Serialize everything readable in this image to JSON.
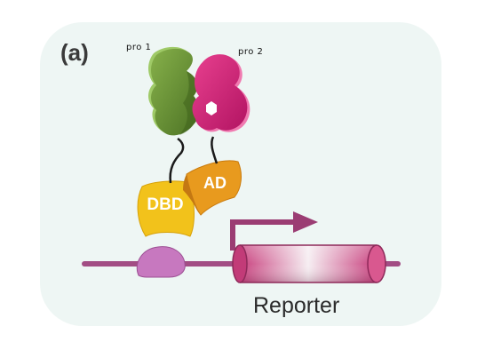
{
  "figure": {
    "panel_label": "(a)",
    "protein_1_label": "pro 1",
    "protein_2_label": "pro 2",
    "dbd_label": "DBD",
    "ad_label": "AD",
    "reporter_label": "Reporter"
  },
  "colors": {
    "panel_background": "#eef6f4",
    "dna_strand": "#a24d84",
    "protein_1": "#6f9a3a",
    "protein_2": "#d8257a",
    "dbd": "#f2c21b",
    "ad": "#e89a1e",
    "binding_site": "#c778bf",
    "arrow": "#9b3d73",
    "reporter_gene": "#d34f86"
  }
}
